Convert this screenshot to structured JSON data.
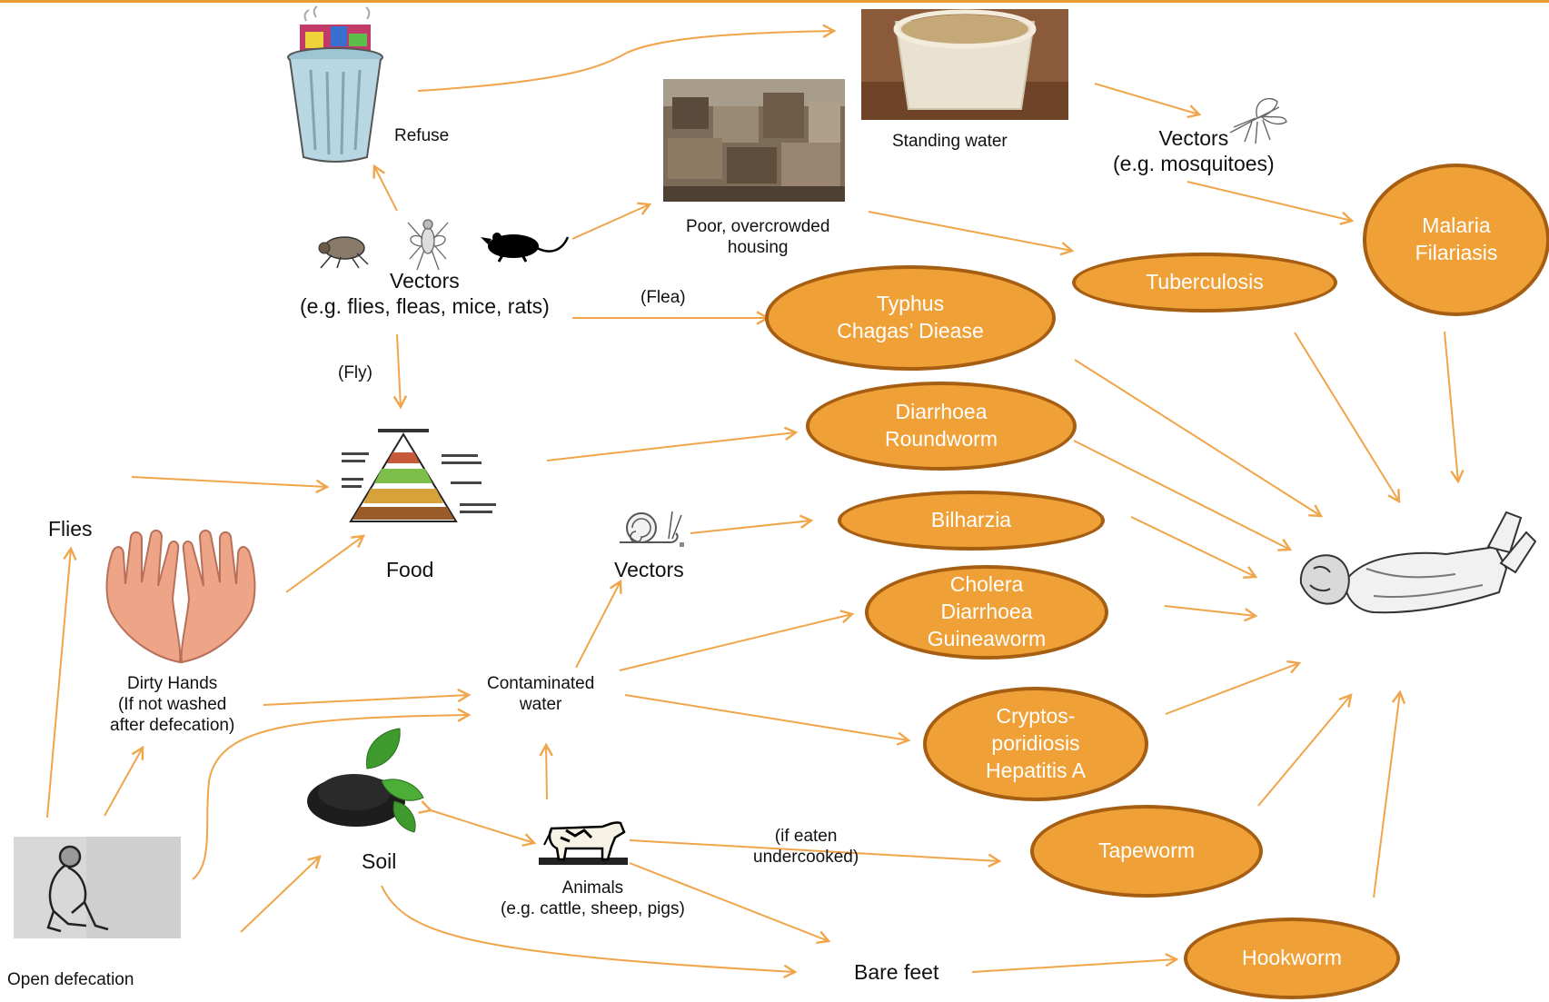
{
  "colors": {
    "arrow": "#F0A54A",
    "disease_fill": "#EFA037",
    "disease_border": "#A65F12",
    "accent_line": "#E89B2E"
  },
  "labels": {
    "refuse": "Refuse",
    "standing_water": "Standing water",
    "vectors_mosquito": "Vectors\n(e.g. mosquitoes)",
    "housing": "Poor, overcrowded\nhousing",
    "vectors_main": "Vectors\n(e.g. flies, fleas, mice, rats)",
    "flea": "(Flea)",
    "fly": "(Fly)",
    "flies": "Flies",
    "food": "Food",
    "vectors_snail": "Vectors",
    "dirty_hands": "Dirty Hands\n(If not washed\nafter defecation)",
    "contaminated_water": "Contaminated\nwater",
    "soil": "Soil",
    "animals": "Animals\n(e.g. cattle, sheep, pigs)",
    "if_eaten": "(if eaten\nundercooked)",
    "bare_feet": "Bare feet",
    "open_defecation": "Open defecation"
  },
  "diseases": {
    "malaria": "Malaria\nFilariasis",
    "tuberculosis": "Tuberculosis",
    "typhus": "Typhus\nChagas’ Diease",
    "diarrhoea": "Diarrhoea\nRoundworm",
    "bilharzia": "Bilharzia",
    "cholera": "Cholera\nDiarrhoea\nGuineaworm",
    "crypto": "Cryptos-\nporidiosis\nHepatitis A",
    "tapeworm": "Tapeworm",
    "hookworm": "Hookworm"
  },
  "icons": [
    "trash-can-icon",
    "bucket-icon",
    "housing-icon",
    "mosquito-icon",
    "flea-icon",
    "fly-icon",
    "rat-icon",
    "food-pyramid-icon",
    "snail-icon",
    "hands-icon",
    "soil-icon",
    "cow-icon",
    "person-squatting-icon",
    "sick-person-icon"
  ]
}
